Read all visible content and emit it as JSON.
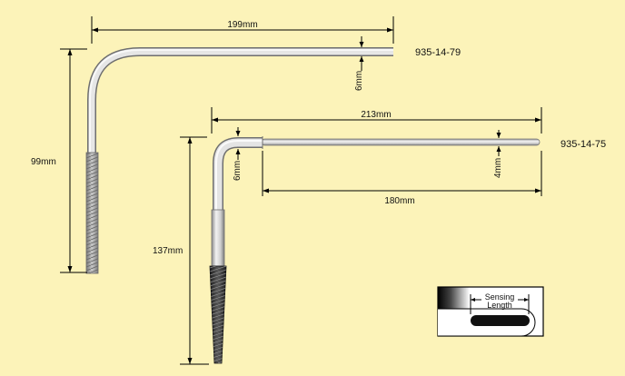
{
  "probe_top": {
    "part_number": "935-14-79",
    "length_label": "199mm",
    "height_label": "99mm",
    "diameter_label": "6mm"
  },
  "probe_bottom": {
    "part_number": "935-14-75",
    "length_label": "213mm",
    "height_label": "137mm",
    "stem_diameter_label": "6mm",
    "tip_diameter_label": "4mm",
    "tip_length_label": "180mm"
  },
  "inset": {
    "label_line1": "Sensing",
    "label_line2": "Length"
  },
  "colors": {
    "background": "#fcf3b9",
    "tube_fill": "#dcdcdc",
    "tube_stroke": "#777777",
    "thread_light": "#a9a9a9",
    "thread_dark": "#2a2a2a"
  }
}
